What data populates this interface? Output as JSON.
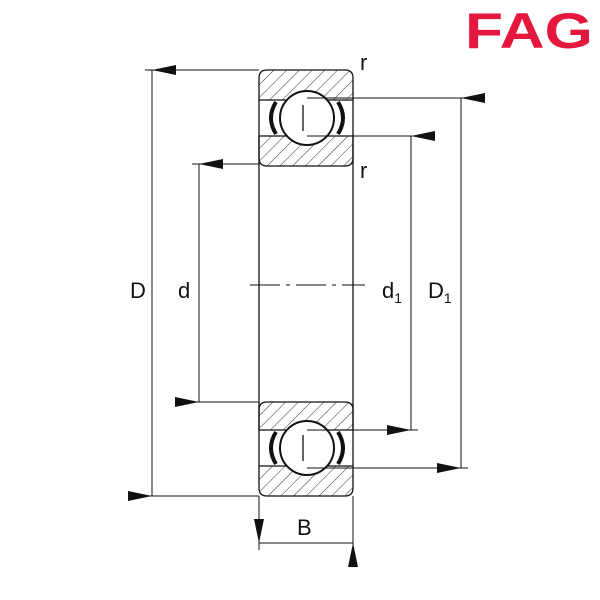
{
  "logo": {
    "text": "FAG",
    "color": "#e4173e"
  },
  "labels": {
    "outer_diameter": "D",
    "bore_diameter": "d",
    "d1_main": "d",
    "d1_sub": "1",
    "D1_main": "D",
    "D1_sub": "1",
    "width": "B",
    "radius_top": "r",
    "radius_bottom": "r"
  },
  "colors": {
    "line": "#111111",
    "hatch": "#333333"
  }
}
